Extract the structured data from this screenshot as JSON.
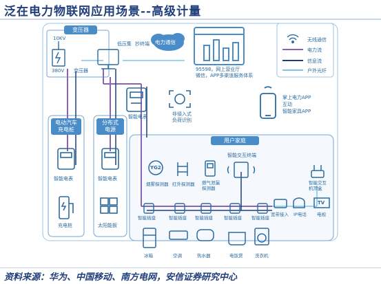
{
  "title": "泛在电力物联网应用场景--高级计量",
  "source": "资料来源：华为、中国移动、南方电网，安信证券研究中心",
  "transformer": {
    "title": "变压器",
    "voltage_high": "10KV",
    "voltage_low": "380V",
    "device_label": "变压器"
  },
  "concentrator": {
    "label_low_voltage": "低压集",
    "label_copy": "抄终端"
  },
  "comm": {
    "cloud_label": "电力通信",
    "service_label_1": "95598，网上营业厅",
    "service_label_2": "微信，APP多渠道服务体系"
  },
  "smart_meter_label": "智能电表",
  "nonintrusive_label_1": "非侵入式",
  "nonintrusive_label_2": "负荷识别",
  "phone": {
    "label_1": "掌上电力APP",
    "label_2": "互动",
    "label_3": "智能家具APP"
  },
  "ev_box": {
    "title_1": "电动汽车",
    "title_2": "充电桩",
    "meter_label": "智能电表",
    "device_label": "充电桩"
  },
  "dist_box": {
    "title_1": "分布式",
    "title_2": "电源",
    "meter_label": "智能电表",
    "device_label": "太阳能板"
  },
  "home": {
    "title": "用户家庭",
    "interact_label": "智能交互终端",
    "sensors": [
      "烟雾探测器",
      "红外探测器",
      "燃气泄漏探测器"
    ],
    "sensor_badge": "YG2",
    "outlet_label": "智能插座",
    "gateway_label": "智能交互机顶盒",
    "wifi_devices": [
      "宽带接入",
      "IP电话",
      "电视"
    ],
    "appliances": [
      "冰箱",
      "空调",
      "热水器",
      "电饭煲",
      "洗衣机"
    ],
    "tv_text": "TV"
  },
  "legend": {
    "items": [
      "无线通信",
      "电力流",
      "信息流",
      "户外光纤"
    ],
    "colors": [
      "#2a6aa0",
      "#8a63b5",
      "#1f3e7a",
      "#7ec3ea"
    ]
  },
  "colors": {
    "title": "#1f3e7a",
    "accent": "#4a8cc8",
    "line_blue": "#2a6aa0",
    "power_flow": "#8a63b5",
    "info_flow": "#1f3e7a",
    "fiber": "#7ec3ea"
  }
}
